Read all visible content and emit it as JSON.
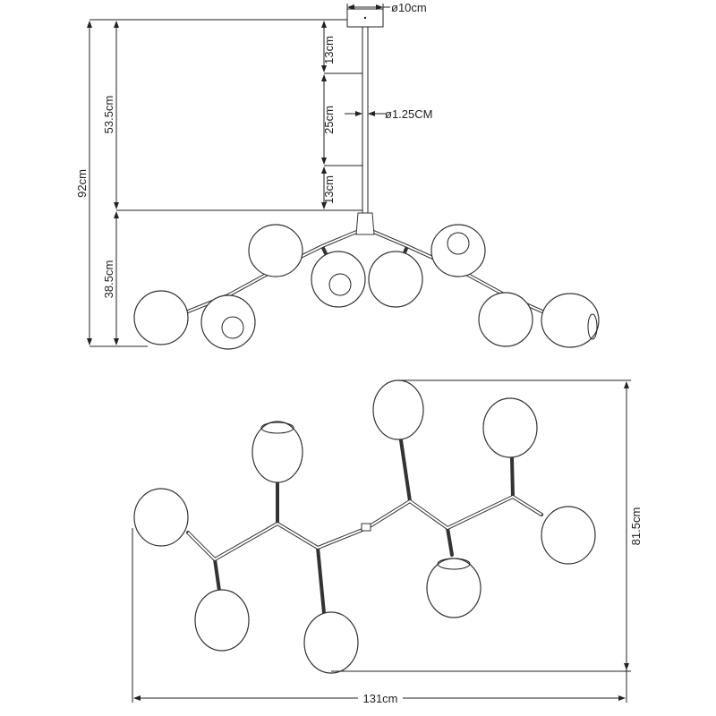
{
  "dimensions": {
    "canopy_diameter": "ø10cm",
    "rod_diameter": "ø1.25CM",
    "rod_top": "13cm",
    "rod_middle": "25cm",
    "rod_bottom": "13cm",
    "upper_height": "53.5cm",
    "total_height": "92cm",
    "body_height": "38.5cm",
    "depth": "81.5cm",
    "width": "131cm"
  }
}
